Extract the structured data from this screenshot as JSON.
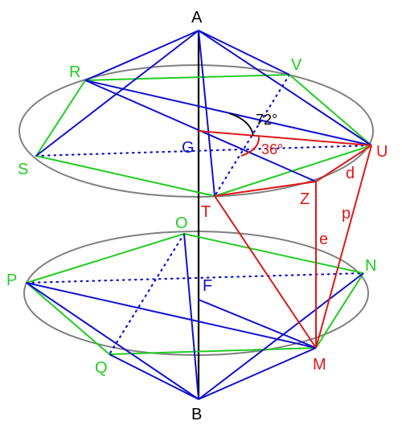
{
  "colors": {
    "ellipse": "#808080",
    "axis": "#000000",
    "blue": "#1010d0",
    "green": "#22cc22",
    "red": "#e01818",
    "black": "#000000"
  },
  "labels": {
    "A": "A",
    "B": "B",
    "R": "R",
    "V": "V",
    "S": "S",
    "U": "U",
    "G": "G",
    "T": "T",
    "Z": "Z",
    "O": "O",
    "N": "N",
    "P": "P",
    "F": "F",
    "Q": "Q",
    "M": "M",
    "d": "d",
    "e": "e",
    "p": "p",
    "angle_72": "72°",
    "angle_36": "36°"
  }
}
